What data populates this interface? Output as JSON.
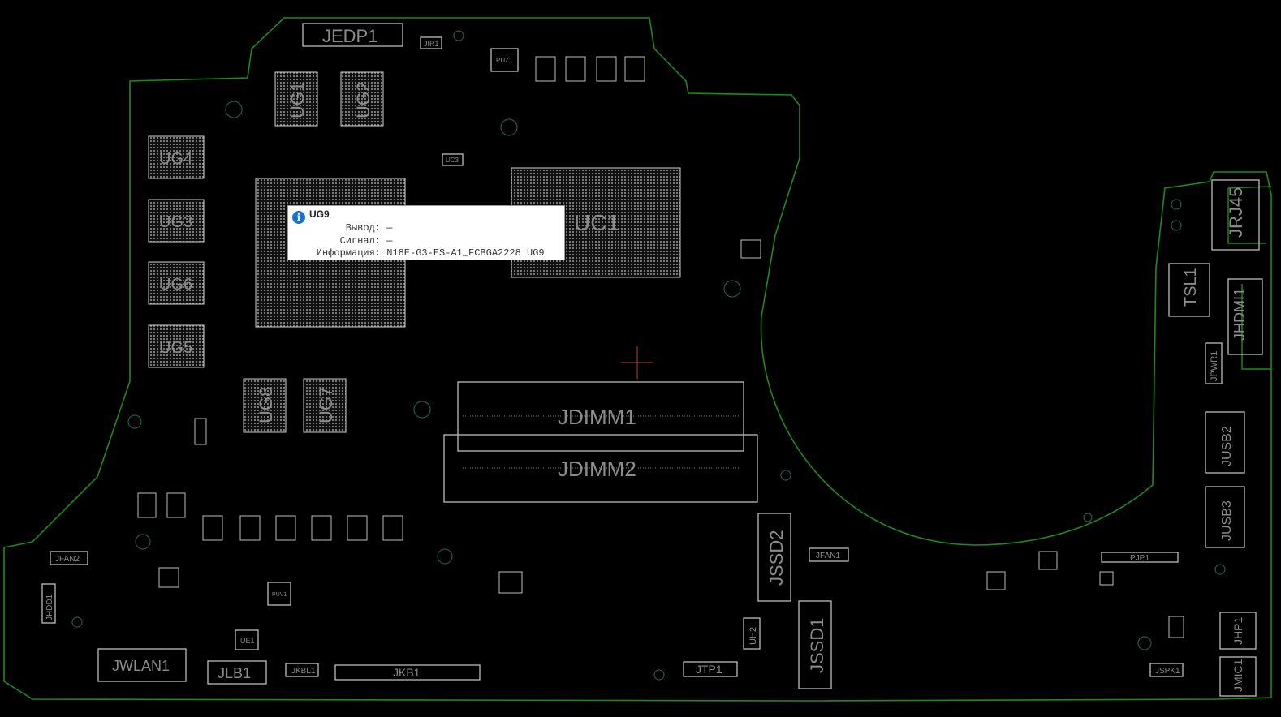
{
  "tooltip": {
    "title": "UG9",
    "rows": [
      {
        "key": "Вывод:",
        "value": "—"
      },
      {
        "key": "Сигнал:",
        "value": "—"
      },
      {
        "key": "Информация:",
        "value": "N18E-G3-ES-A1_FCBGA2228 UG9"
      }
    ]
  },
  "components": {
    "jedp1": "JEDP1",
    "jir1": "JIR1",
    "puz1": "PUZ1",
    "ug1": "UG1",
    "ug2": "UG2",
    "ug4": "UG4",
    "ug3": "UG3",
    "ug6": "UG6",
    "ug5": "UG5",
    "uc1": "UC1",
    "uc3": "UC3",
    "ug8": "UG8",
    "ug7": "UG7",
    "jdimm1": "JDIMM1",
    "jdimm2": "JDIMM2",
    "jssd2": "JSSD2",
    "jssd1": "JSSD1",
    "jfan1": "JFAN1",
    "jfan2": "JFAN2",
    "jhdd1": "JHDD1",
    "jwlan1": "JWLAN1",
    "jlb1": "JLB1",
    "jkbl1": "JKBL1",
    "jkb1": "JKB1",
    "jtp1": "JTP1",
    "uh2": "UH2",
    "ue1": "UE1",
    "puv1": "PUV1",
    "jrj45": "JRJ45",
    "tsl1": "TSL1",
    "jhdmi1": "JHDMI1",
    "jpwr1": "JPWR1",
    "jusb2": "JUSB2",
    "jusb3": "JUSB3",
    "pjp1": "PJP1",
    "jhp1": "JHP1",
    "jmic1": "JMIC1",
    "jspk1": "JSPK1"
  },
  "colors": {
    "outline": "#1e8a1e",
    "tooltip_icon": "#1a73c9"
  }
}
